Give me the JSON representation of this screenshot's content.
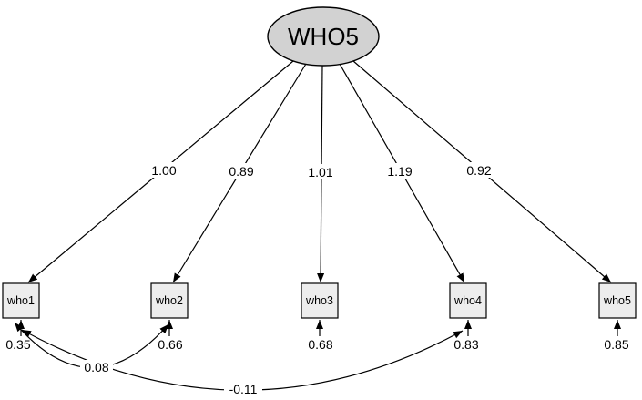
{
  "diagram": {
    "type": "sem-path-diagram",
    "latent": {
      "label": "WHO5"
    },
    "indicators": [
      {
        "label": "who1",
        "loading": "1.00",
        "error_variance": "0.35"
      },
      {
        "label": "who2",
        "loading": "0.89",
        "error_variance": "0.66"
      },
      {
        "label": "who3",
        "loading": "1.01",
        "error_variance": "0.68"
      },
      {
        "label": "who4",
        "loading": "1.19",
        "error_variance": "0.83"
      },
      {
        "label": "who5",
        "loading": "0.92",
        "error_variance": "0.85"
      }
    ],
    "covariances": [
      {
        "between": [
          "who1",
          "who2"
        ],
        "value": "0.08"
      },
      {
        "between": [
          "who1",
          "who4"
        ],
        "value": "-0.11"
      }
    ]
  }
}
